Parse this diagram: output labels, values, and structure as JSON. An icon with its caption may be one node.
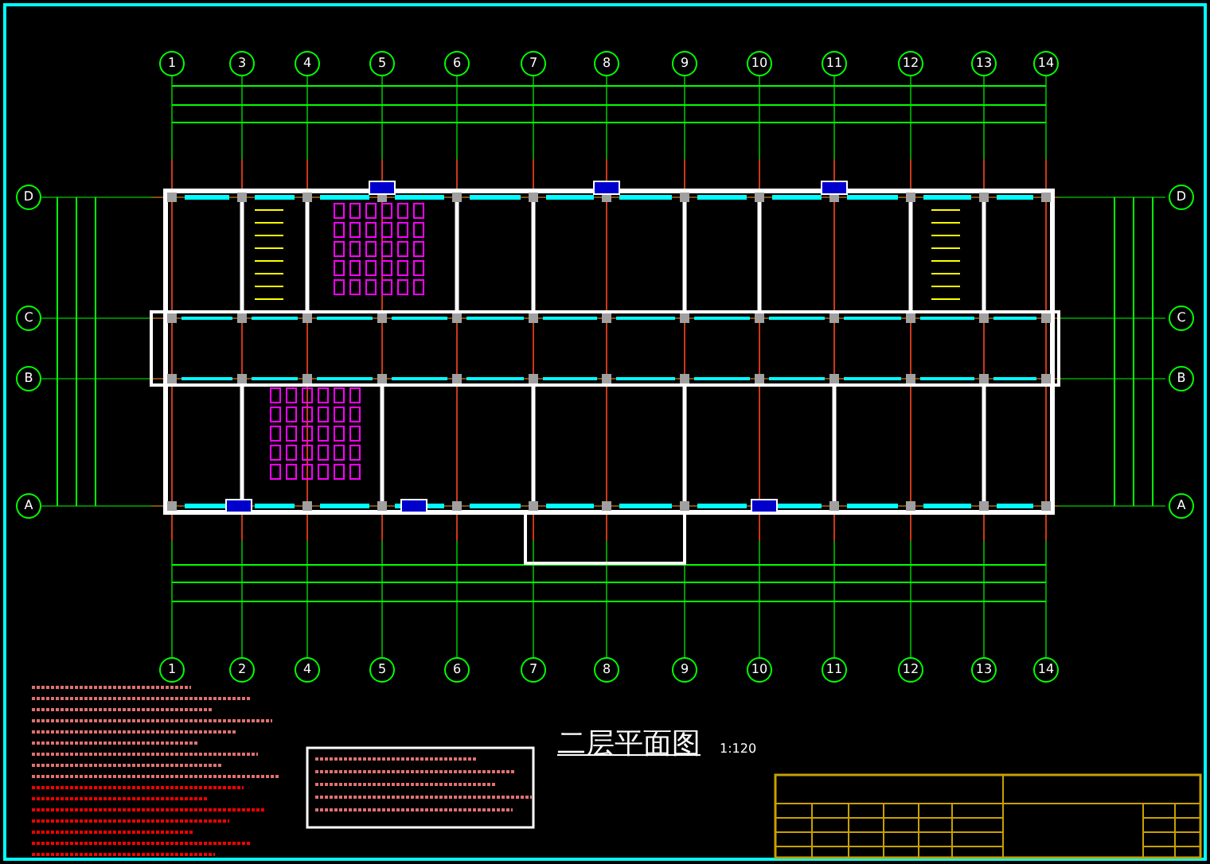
{
  "diagram": {
    "title": "二层平面图",
    "labels": [
      "1",
      "3",
      "4",
      "5",
      "6",
      "7",
      "8",
      "9",
      "10",
      "11",
      "12",
      "13",
      "14",
      "D",
      "C",
      "B",
      "A",
      "D",
      "C",
      "B",
      "A",
      "1",
      "2",
      "4",
      "5",
      "6",
      "7",
      "8",
      "9",
      "10",
      "11",
      "12",
      "13",
      "14",
      "1:120"
    ]
  }
}
